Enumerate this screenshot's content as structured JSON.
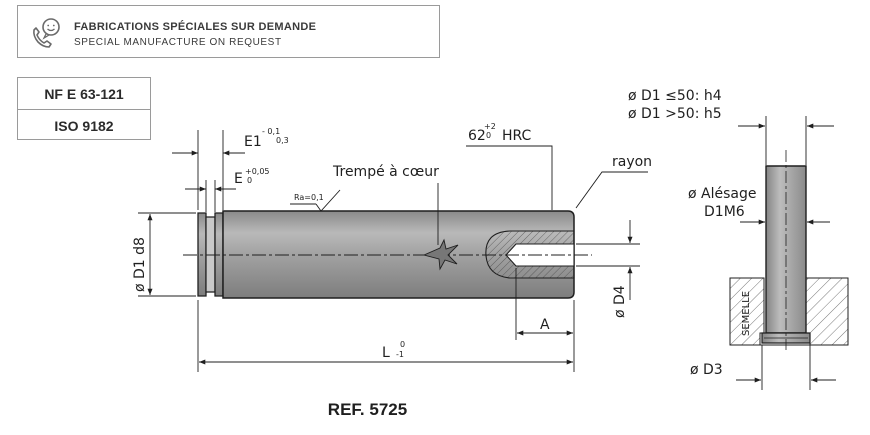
{
  "banner": {
    "title_fr": "FABRICATIONS SPÉCIALES SUR DEMANDE",
    "title_en": "SPECIAL MANUFACTURE ON REQUEST"
  },
  "standards": [
    "NF E 63-121",
    "ISO 9182"
  ],
  "labels": {
    "e1": "E1",
    "e1_tol_upper": "- 0,1",
    "e1_tol_lower": "0,3",
    "e": "E",
    "e_tol_upper": "+0,05",
    "e_tol_lower": "0",
    "ra": "Ra=0,1",
    "hardened": "Trempé à cœur",
    "hrc": "62",
    "hrc_tol_upper": "+2",
    "hrc_tol_lower": "0",
    "hrc_unit": "HRC",
    "rayon": "rayon",
    "d1_d8": "ø D1  d8",
    "d4": "ø  D4",
    "a": "A",
    "l": "L",
    "l_tol_upper": "0",
    "l_tol_lower": "-1",
    "d1_h4": "ø  D1  ≤50: h4",
    "d1_h5": "ø  D1  >50: h5",
    "alesage": "ø  Alésage",
    "d1m6": "D1M6",
    "semelle": "SEMELLE",
    "d3": "ø  D3"
  },
  "reference": "REF. 5725",
  "colors": {
    "ink": "#1f1f1f",
    "pin_fill": "#a8a8a8",
    "border": "#9a9a9a"
  },
  "icons": [
    "support-agent-icon"
  ]
}
